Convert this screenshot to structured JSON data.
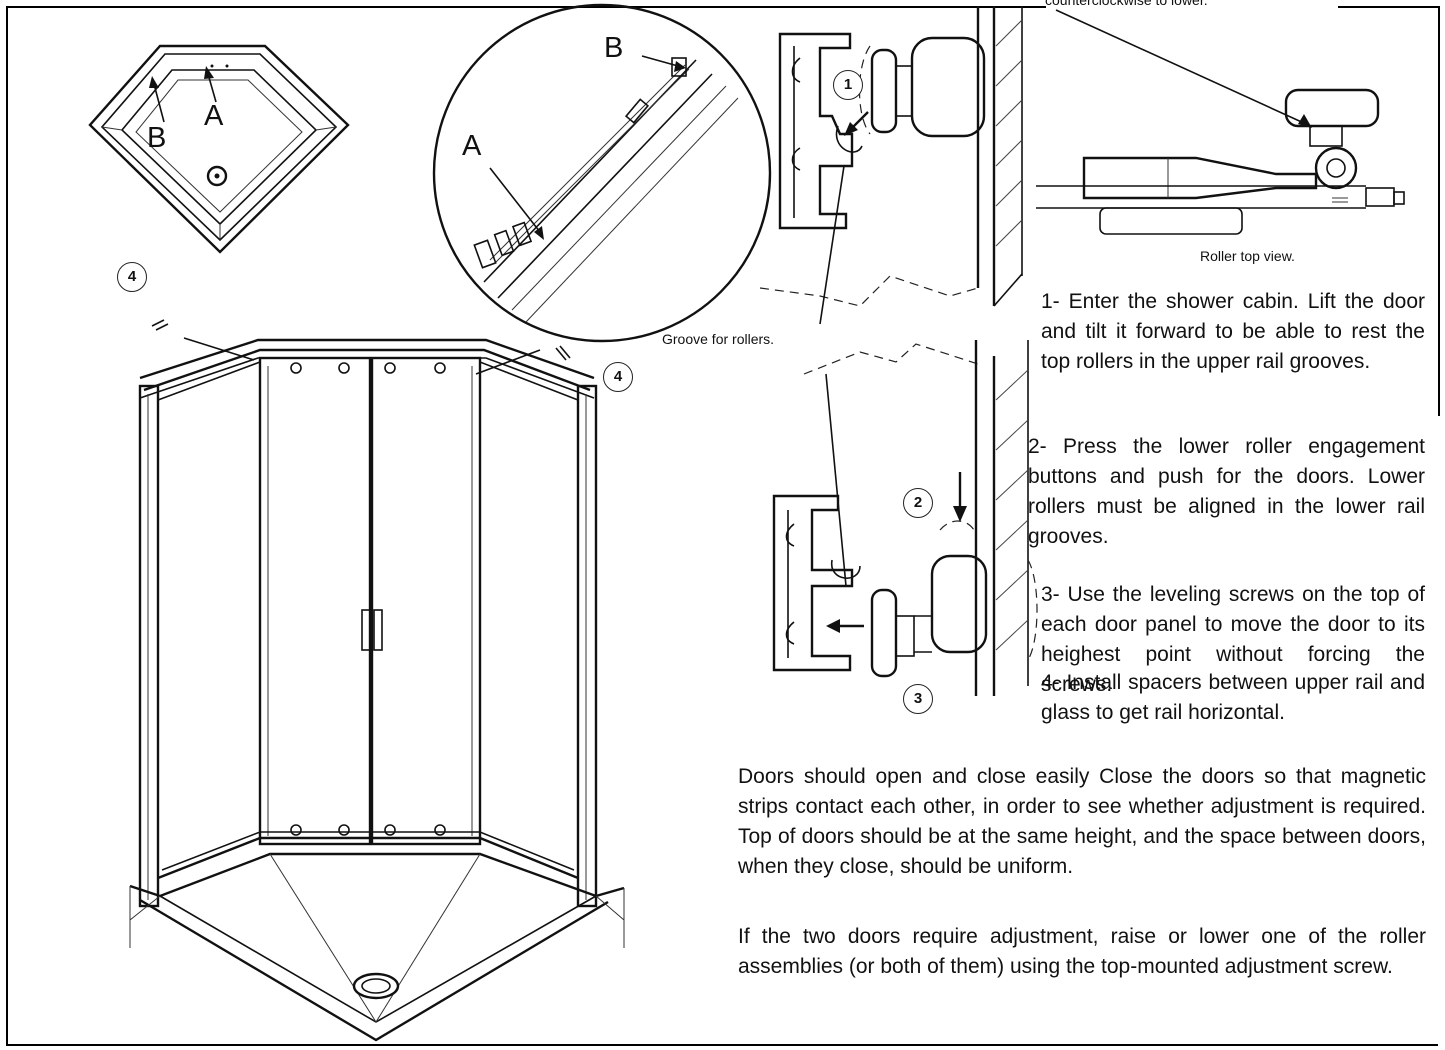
{
  "header_cutoff": "counterclockwise to lower.",
  "tray_view": {
    "label_a": "A",
    "label_b": "B"
  },
  "detail_view": {
    "label_a": "A",
    "label_b": "B"
  },
  "badges": {
    "one": "1",
    "two": "2",
    "three": "3",
    "four": "4"
  },
  "captions": {
    "groove": "Groove for rollers.",
    "roller_top": "Roller top view."
  },
  "steps": {
    "step1": "1- Enter the shower cabin. Lift the door and tilt it forward to be able to rest the top rollers in the upper rail grooves.",
    "step2": "2- Press the lower roller engagement buttons and push for the doors. Lower rollers must be aligned in the lower rail grooves.",
    "step3": "3- Use the leveling screws on the top of each door panel to move the door to its heighest point without forcing the screws.",
    "step4": "4- Install spacers between upper rail and glass to get rail horizontal."
  },
  "paragraphs": {
    "p1": "Doors should open and close easily Close the doors so that magnetic strips contact each other, in order to see whether adjustment is required. Top of doors should be at the same height, and the space between doors, when they close, should be uniform.",
    "p2": "If the two doors require adjustment, raise or lower one of the roller assemblies (or both of them) using the top-mounted adjustment screw."
  }
}
